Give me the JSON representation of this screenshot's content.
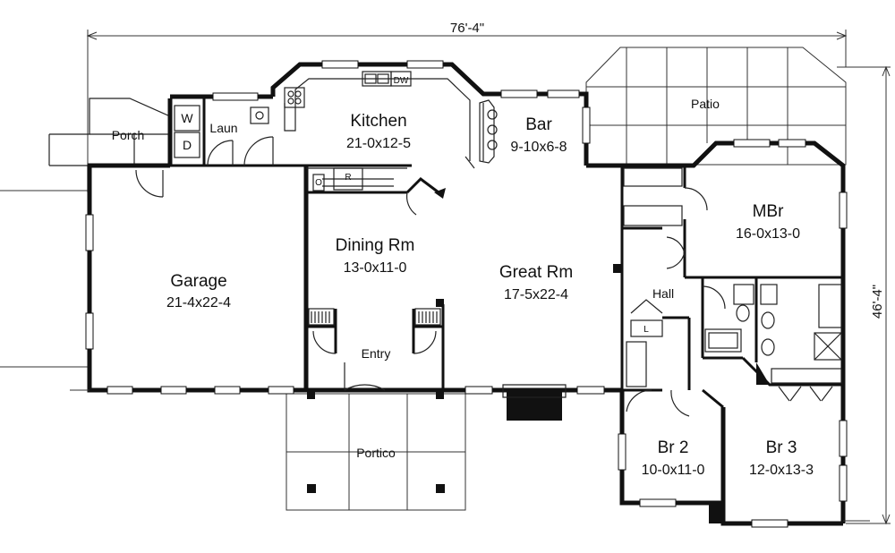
{
  "dimensions": {
    "overall_width": "76'-4\"",
    "overall_depth": "46'-4\""
  },
  "rooms": {
    "garage": {
      "name": "Garage",
      "size": "21-4x22-4"
    },
    "kitchen": {
      "name": "Kitchen",
      "size": "21-0x12-5"
    },
    "bar": {
      "name": "Bar",
      "size": "9-10x6-8"
    },
    "dining": {
      "name": "Dining Rm",
      "size": "13-0x11-0"
    },
    "great": {
      "name": "Great Rm",
      "size": "17-5x22-4"
    },
    "mbr": {
      "name": "MBr",
      "size": "16-0x13-0"
    },
    "br2": {
      "name": "Br 2",
      "size": "10-0x11-0"
    },
    "br3": {
      "name": "Br 3",
      "size": "12-0x13-3"
    }
  },
  "areas": {
    "patio": "Patio",
    "porch": "Porch",
    "laun": "Laun",
    "entry": "Entry",
    "portico": "Portico",
    "hall": "Hall"
  },
  "fixtures": {
    "washer": "W",
    "dryer": "D",
    "dishwasher": "DW",
    "range": "R",
    "oven": "O",
    "linen": "L"
  }
}
